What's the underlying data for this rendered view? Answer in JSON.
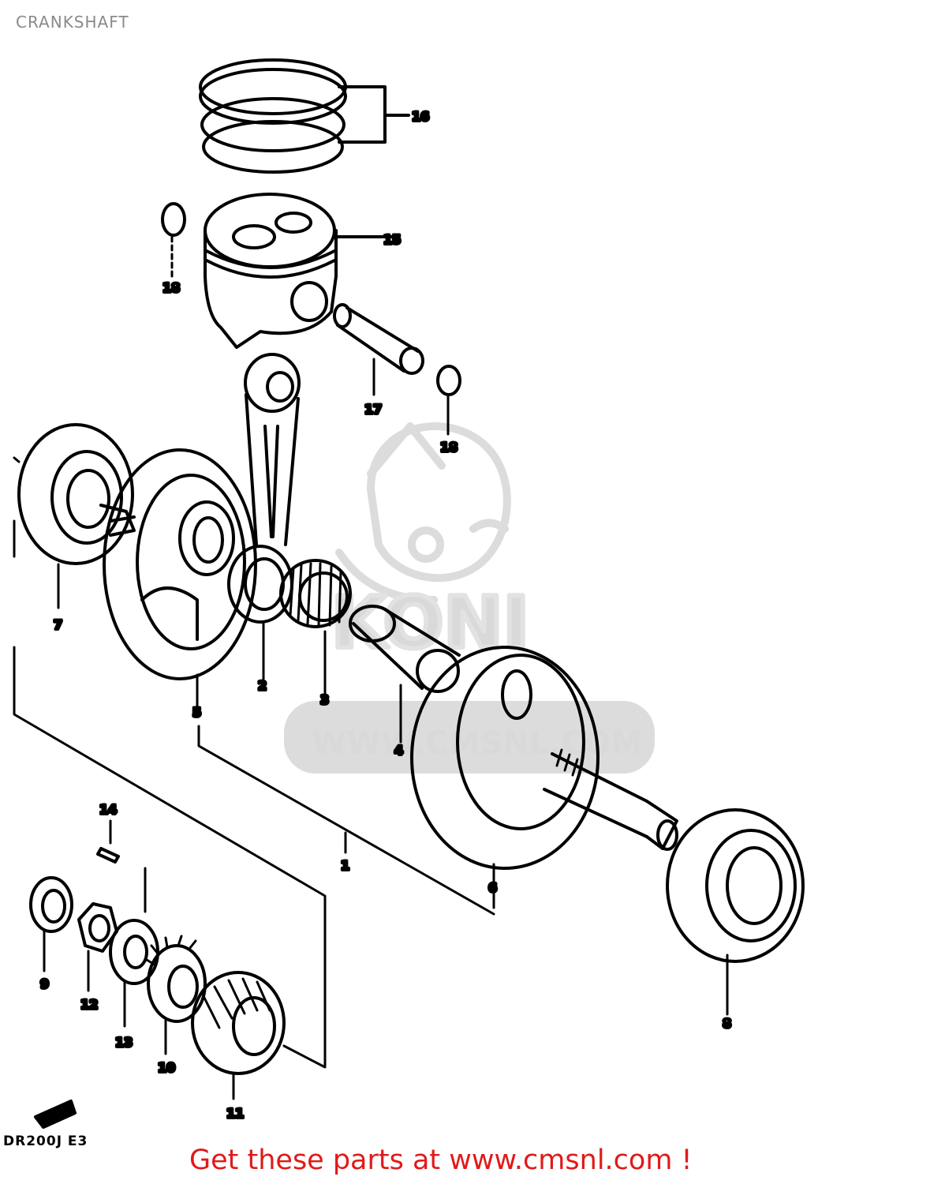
{
  "header": {
    "title": "CRANKSHAFT"
  },
  "footer": {
    "model_code": "DR200J E3",
    "promo_text": "Get these parts at www.cmsnl.com !"
  },
  "watermark": {
    "text": "WWW.CMSNL.COM",
    "logo_icon": "mechanic-mascot-icon"
  },
  "colors": {
    "promo": "#e01a1a",
    "title": "#8a8a8a",
    "watermark": "#d9d9d9"
  },
  "callouts": [
    {
      "number": "1",
      "part": "crankshaft-assembly"
    },
    {
      "number": "2",
      "part": "connecting-rod"
    },
    {
      "number": "3",
      "part": "needle-bearing"
    },
    {
      "number": "4",
      "part": "crank-pin"
    },
    {
      "number": "5",
      "part": "crank-web-left"
    },
    {
      "number": "6",
      "part": "crank-web-right"
    },
    {
      "number": "7",
      "part": "bearing-left"
    },
    {
      "number": "8",
      "part": "bearing-right"
    },
    {
      "number": "9",
      "part": "spacer"
    },
    {
      "number": "10",
      "part": "primary-drive-gear"
    },
    {
      "number": "11",
      "part": "drive-gear"
    },
    {
      "number": "12",
      "part": "nut"
    },
    {
      "number": "13",
      "part": "washer"
    },
    {
      "number": "14",
      "part": "key"
    },
    {
      "number": "15",
      "part": "piston"
    },
    {
      "number": "16",
      "part": "piston-ring-set"
    },
    {
      "number": "17",
      "part": "piston-pin"
    },
    {
      "number": "18",
      "part": "circlip"
    }
  ]
}
